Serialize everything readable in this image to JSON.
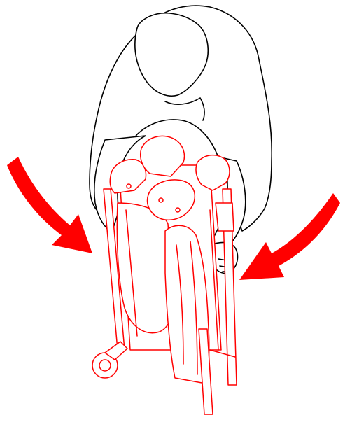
{
  "illustration": {
    "subject": "person-folding-playard",
    "colors": {
      "outline": "#000000",
      "product": "#ff0000",
      "arrow": "#ff0000",
      "background": "#ffffff"
    },
    "arrows": [
      {
        "icon": "curved-arrow-right-down",
        "direction": "inward"
      },
      {
        "icon": "curved-arrow-left-down",
        "direction": "inward"
      }
    ]
  }
}
